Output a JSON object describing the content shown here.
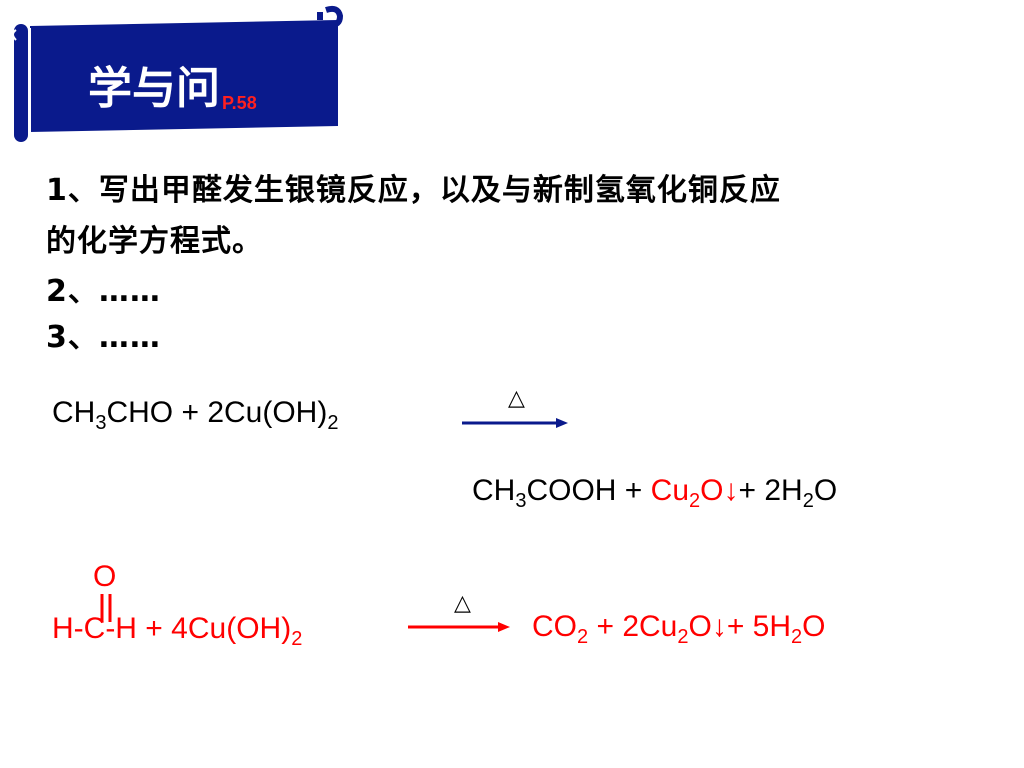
{
  "banner": {
    "title": "学与问",
    "page_ref": "P.58",
    "color": "#0a1a8c"
  },
  "questions": {
    "q1_line1": "1、写出甲醛发生银镜反应，以及与新制氢氧化铜反应",
    "q1_line2": "的化学方程式。",
    "q2": "2、……",
    "q3": "3、……"
  },
  "equation1": {
    "r_a": "CH",
    "r_a_sub": "3",
    "r_b": "CHO + 2Cu(OH)",
    "r_b_sub": "2",
    "condition": "△",
    "p_a": "CH",
    "p_a_sub": "3",
    "p_b": "COOH + ",
    "p_c": "Cu",
    "p_c_sub": "2",
    "p_d": "O↓",
    "p_e": "+ 2H",
    "p_e_sub": "2",
    "p_f": "O"
  },
  "equation2": {
    "carbonyl": "O",
    "r_a": "H-C-H + 4Cu(OH)",
    "r_a_sub": "2",
    "condition": "△",
    "p_a": "CO",
    "p_a_sub": "2",
    "p_b": " + 2Cu",
    "p_b_sub": "2",
    "p_c": "O↓+ 5H",
    "p_c_sub": "2",
    "p_d": "O"
  },
  "colors": {
    "product_highlight": "#ff0000",
    "text": "#000000"
  }
}
